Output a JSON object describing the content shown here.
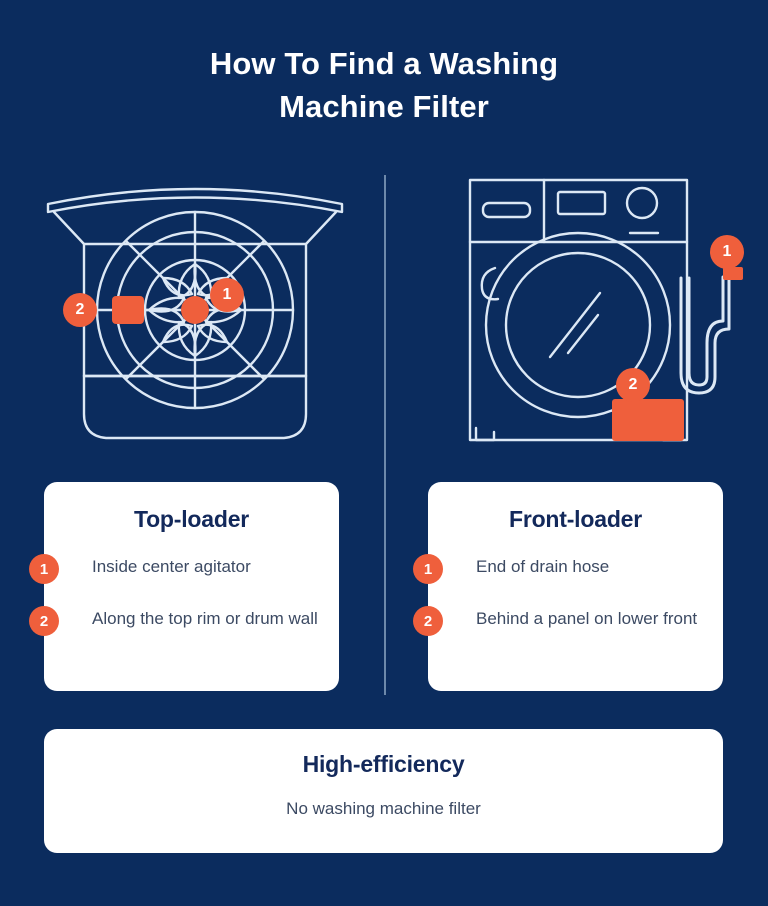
{
  "title": {
    "line1": "How To Find a Washing",
    "line2": "Machine Filter"
  },
  "colors": {
    "background": "#0b2c5e",
    "accent_orange": "#ef5f3c",
    "card_background": "#ffffff",
    "heading_navy": "#13295b",
    "body_text": "#3c4a63",
    "line_art": "#dce8f5"
  },
  "illustrations": {
    "toploader": {
      "name": "top-loading washing machine, open lid, drum seen from above with center agitator",
      "markers": [
        {
          "number": "1",
          "target": "center agitator"
        },
        {
          "number": "2",
          "target": "filter along top rim or drum wall"
        }
      ]
    },
    "frontloader": {
      "name": "front-loading washing machine with control panel, door and drain hose",
      "markers": [
        {
          "number": "1",
          "target": "end of drain hose"
        },
        {
          "number": "2",
          "target": "access panel on lower front"
        }
      ]
    }
  },
  "cards": {
    "toploader": {
      "title": "Top-loader",
      "items": [
        {
          "number": "1",
          "text": "Inside center agitator"
        },
        {
          "number": "2",
          "text": "Along the top rim or drum wall"
        }
      ]
    },
    "frontloader": {
      "title": "Front-loader",
      "items": [
        {
          "number": "1",
          "text": "End of drain hose"
        },
        {
          "number": "2",
          "text": "Behind a panel on lower front"
        }
      ]
    },
    "high_efficiency": {
      "title": "High-efficiency",
      "subtitle": "No washing machine filter"
    }
  }
}
